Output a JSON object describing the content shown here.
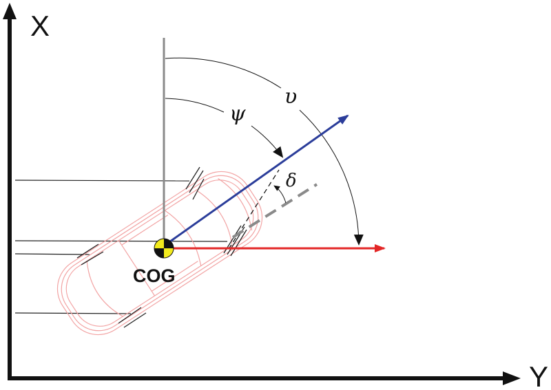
{
  "axes": {
    "x_label": "X",
    "y_label": "Y"
  },
  "angles": {
    "psi": "ψ",
    "nu": "υ",
    "delta": "δ"
  },
  "cog_label": "COG",
  "colors": {
    "axis": "#111111",
    "reference_line": "#8a8a8a",
    "heading_vector": "#2b3d9a",
    "velocity_vector": "#e32626",
    "car_outline": "#f2a3a3",
    "cog_yellow": "#f2ea1d",
    "skid_marks": "#222222"
  }
}
